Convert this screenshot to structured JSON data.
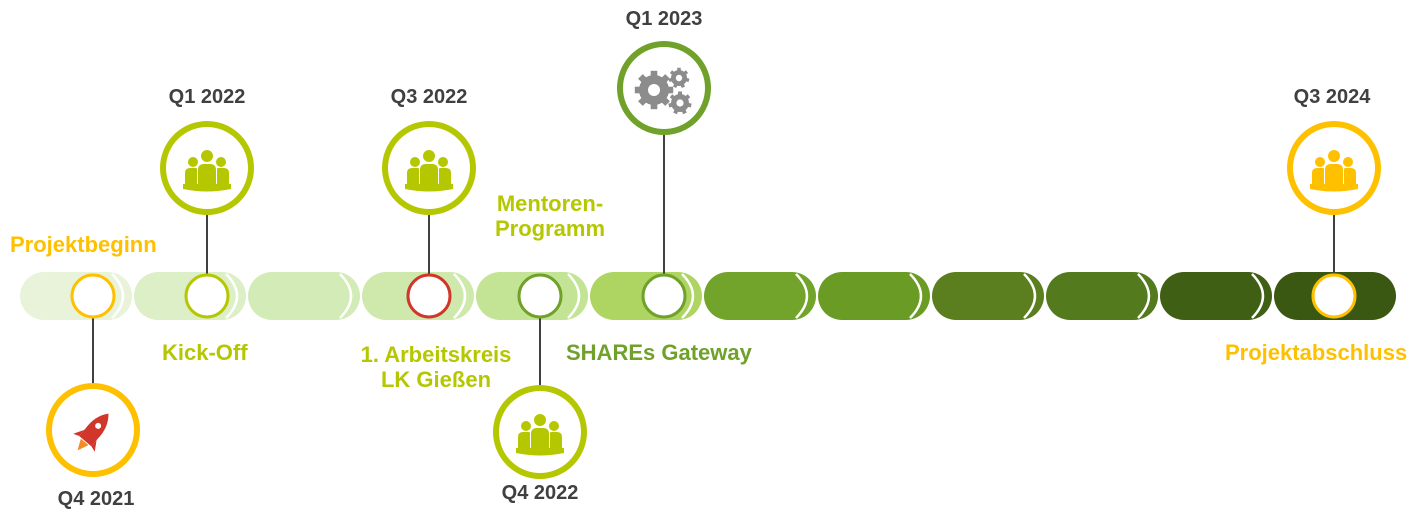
{
  "colors": {
    "orange": "#FFC000",
    "lime": "#B5C701",
    "green": "#70A12A",
    "red": "#D0362A",
    "dark_text": "#404040",
    "gear_gray": "#8C8C8C",
    "bar_segments": [
      "#E8F3DA",
      "#DDEFC6",
      "#D3EBB7",
      "#CFE9AC",
      "#C3E494",
      "#AED562",
      "#72A32A",
      "#6A9C25",
      "#5B7F1E",
      "#547A1E",
      "#3F5F14",
      "#3B5813"
    ]
  },
  "milestones": [
    {
      "quarter": "Q4 2021",
      "label": "Projektbeginn",
      "icon": "rocket-icon",
      "ring": "orange"
    },
    {
      "quarter": "Q1 2022",
      "label": "Kick-Off",
      "icon": "people-icon",
      "ring": "lime"
    },
    {
      "quarter": "Q3 2022",
      "label": "1. Arbeitskreis",
      "label2": "LK Gießen",
      "icon": "people-icon",
      "ring": "lime"
    },
    {
      "quarter": "Q4 2022",
      "label": "Mentoren-",
      "label2": "Programm",
      "icon": "people-icon",
      "ring": "lime"
    },
    {
      "quarter": "Q1 2023",
      "label": "SHAREs Gateway",
      "icon": "gears-icon",
      "ring": "green"
    },
    {
      "quarter": "Q3 2024",
      "label": "Projektabschluss",
      "icon": "people-icon",
      "ring": "orange"
    }
  ]
}
